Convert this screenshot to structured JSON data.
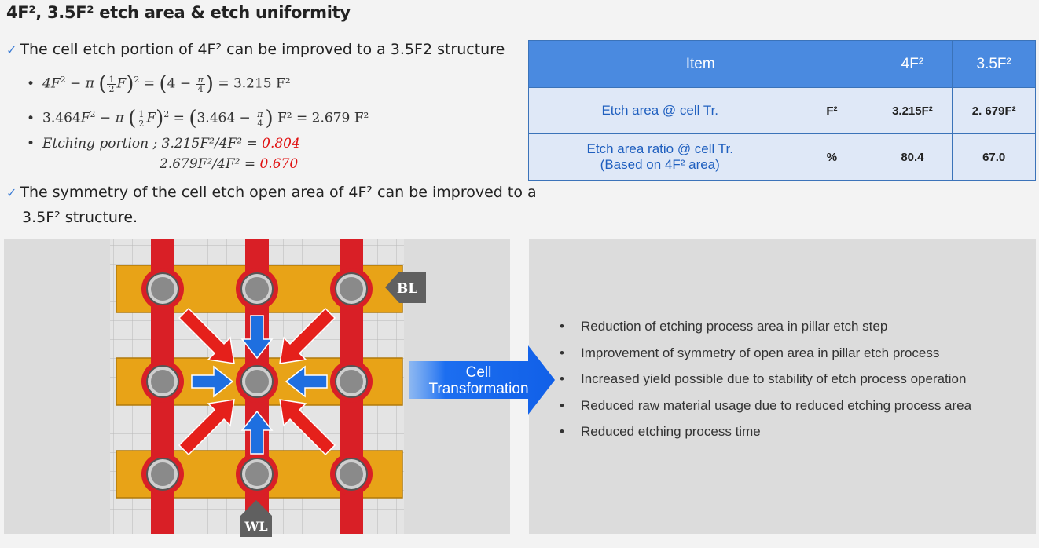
{
  "title": "4F², 3.5F² etch area & etch uniformity",
  "check1": "The cell etch portion of 4F² can be improved to a 3.5F2 structure",
  "check2_line1": "The symmetry of the cell etch open area of 4F² can be improved to a",
  "check2_line2": "3.5F² structure.",
  "check_mark": "✓",
  "formulas": {
    "eq1_result": "= 3.215 F²",
    "eq2_result": "F² = 2.679 F²",
    "etching_label": "Etching portion ; 3.215F²/4F² = ",
    "etching_value1": "0.804",
    "etching_line2": "2.679F²/4F² = ",
    "etching_value2": "0.670"
  },
  "table": {
    "headers": [
      "Item",
      "4F²",
      "3.5F²"
    ],
    "rows": [
      {
        "item": "Etch area @ cell Tr.",
        "unit": "F²",
        "v4": "3.215F²",
        "v35": "2. 679F²"
      },
      {
        "item_line1": "Etch area ratio @ cell Tr.",
        "item_line2": "(Based on 4F² area)",
        "unit": "%",
        "v4": "80.4",
        "v35": "67.0"
      }
    ]
  },
  "diagram": {
    "bl_label": "BL",
    "wl_label": "WL",
    "colors": {
      "word_line": "#e8a317",
      "bit_line": "#d91f26",
      "red_arrow": "#e5201b",
      "blue_arrow": "#1e6fe0",
      "pillar": "#8a8a8a"
    }
  },
  "transform_label_line1": "Cell",
  "transform_label_line2": "Transformation",
  "benefits": [
    "Reduction of etching process area in pillar etch step",
    "Improvement of symmetry of open area in pillar etch process",
    "Increased yield possible due to stability of etch process operation",
    "Reduced raw material usage due to reduced etching process area",
    "Reduced etching process time"
  ]
}
